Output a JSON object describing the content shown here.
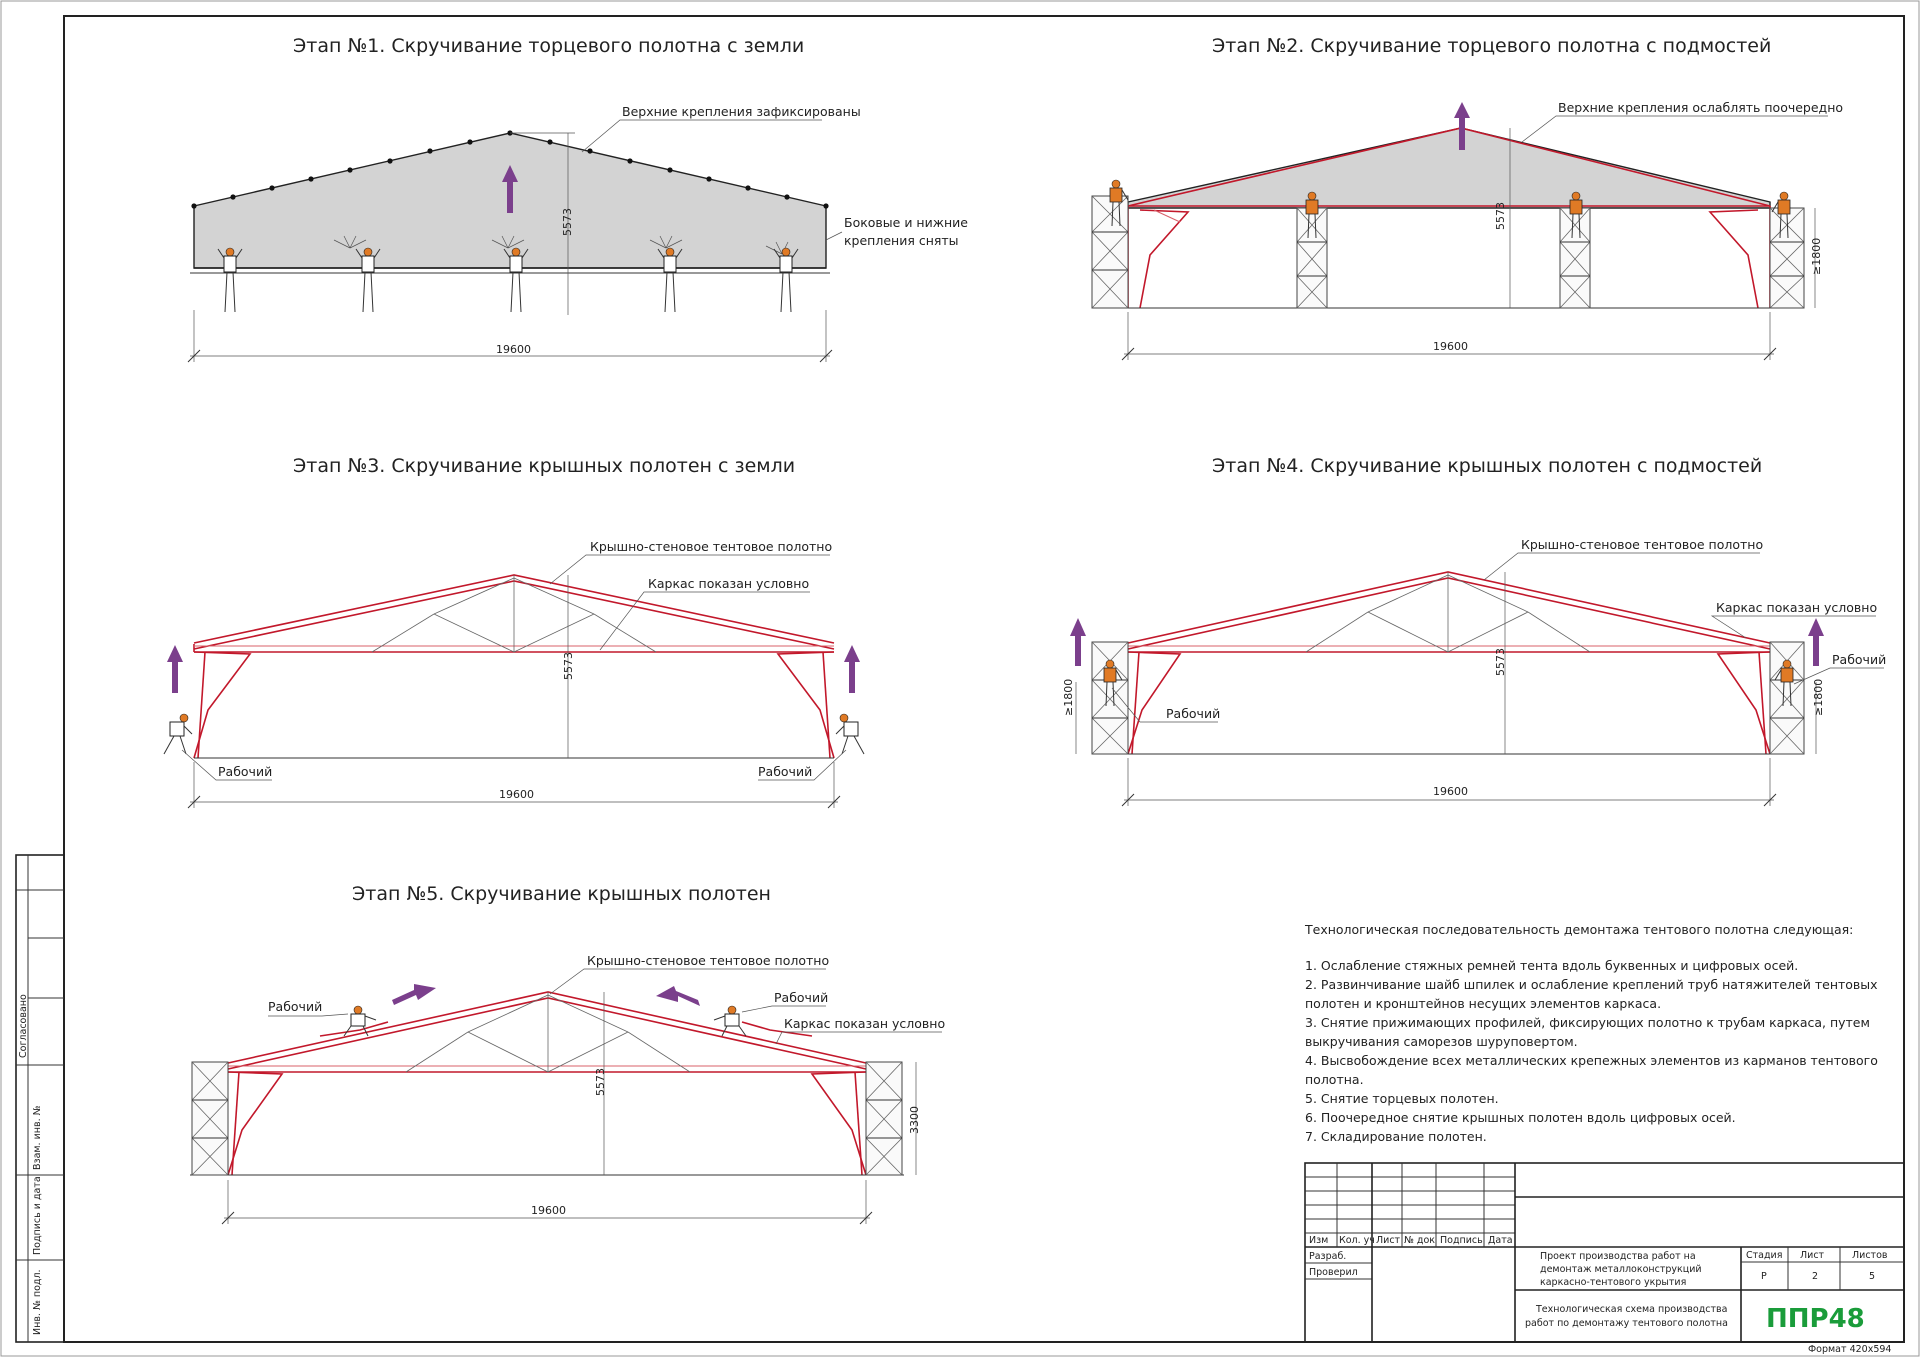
{
  "stages": [
    {
      "title": "Этап №1. Скручивание торцевого полотна с земли",
      "labels": [
        "Верхние крепления зафиксированы",
        "Боковые и нижние",
        "крепления сняты"
      ],
      "height": "5573",
      "span": "19600"
    },
    {
      "title": "Этап №2. Скручивание торцевого полотна с подмостей",
      "labels": [
        "Верхние крепления ослаблять поочередно"
      ],
      "height": "5573",
      "span": "19600",
      "scaffold": "≥1800"
    },
    {
      "title": "Этап №3. Скручивание крышных полотен с земли",
      "labels": [
        "Крышно-стеновое тентовое полотно",
        "Каркас показан условно",
        "Рабочий",
        "Рабочий"
      ],
      "height": "5573",
      "span": "19600"
    },
    {
      "title": "Этап №4. Скручивание крышных полотен с подмостей",
      "labels": [
        "Крышно-стеновое тентовое полотно",
        "Каркас показан условно",
        "Рабочий",
        "Рабочий"
      ],
      "height": "5573",
      "span": "19600",
      "scaffold": "≥1800"
    },
    {
      "title": "Этап №5. Скручивание крышных полотен",
      "labels": [
        "Крышно-стеновое тентовое полотно",
        "Рабочий",
        "Рабочий",
        "Каркас показан условно"
      ],
      "height": "5573",
      "span": "19600",
      "scaffold": "3300"
    }
  ],
  "notes": {
    "heading": "Технологическая последовательность демонтажа тентового полотна следующая:",
    "lines": [
      "1.   Ослабление стяжных ремней тента вдоль буквенных и цифровых осей.",
      "2.   Развинчивание шайб шпилек и ослабление креплений труб натяжителей тентовых",
      "полотен и кронштейнов несущих элементов каркаса.",
      "3.   Снятие прижимающих профилей, фиксирующих полотно к трубам каркаса, путем",
      "выкручивания саморезов шуруповертом.",
      "4.   Высвобождение всех металлических крепежных элементов из карманов тентового",
      "полотна.",
      "5.   Снятие торцевых полотен.",
      "6.   Поочередное снятие крышных полотен вдоль цифровых осей.",
      "7.   Складирование полотен."
    ]
  },
  "title_block": {
    "cols": [
      "Изм",
      "Кол. уч",
      "Лист",
      "№ док",
      "Подпись",
      "Дата"
    ],
    "rows": [
      "Разраб.",
      "Проверил"
    ],
    "project": [
      "Проект производства работ на",
      "демонтаж металлоконструкций",
      "каркасно-тентового укрытия"
    ],
    "sheet_title": [
      "Технологическая схема производства",
      "работ по демонтажу тентового полотна"
    ],
    "stage_head": "Стадия",
    "sheet_head": "Лист",
    "sheets_head": "Листов",
    "stage": "Р",
    "sheet": "2",
    "sheets": "5",
    "logo": "ППР48",
    "format": "Формат 420х594"
  },
  "side_stamp": [
    "Согласовано",
    "Взам. инв. №",
    "Подпись и дата",
    "Инв. № подл."
  ]
}
